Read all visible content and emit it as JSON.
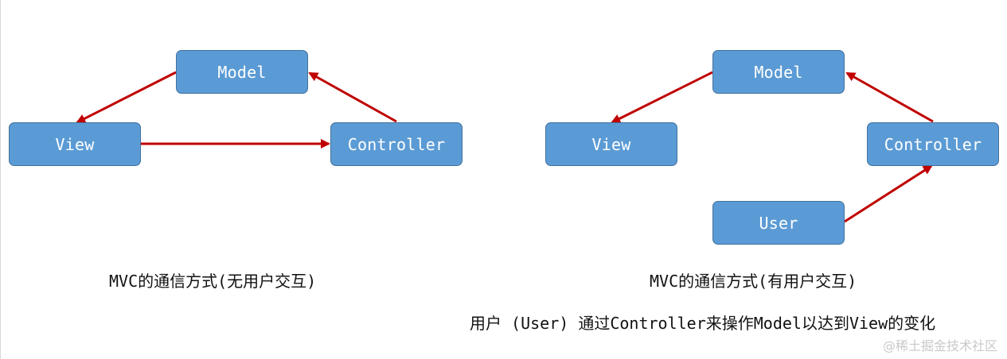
{
  "diagram_left": {
    "nodes": {
      "model": "Model",
      "view": "View",
      "controller": "Controller"
    },
    "caption": "MVC的通信方式(无用户交互)"
  },
  "diagram_right": {
    "nodes": {
      "model": "Model",
      "view": "View",
      "controller": "Controller",
      "user": "User"
    },
    "caption": "MVC的通信方式(有用户交互)",
    "note": "用户 (User) 通过Controller来操作Model以达到View的变化"
  },
  "watermark": "@稀土掘金技术社区",
  "colors": {
    "node_fill": "#5b9bd5",
    "node_border": "#41719c",
    "arrow": "#c00000",
    "text": "#111111"
  }
}
